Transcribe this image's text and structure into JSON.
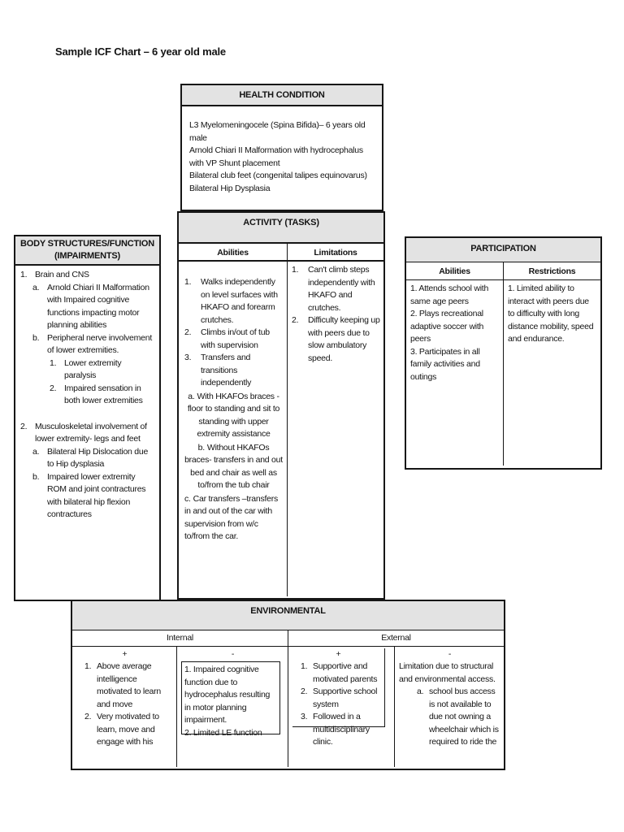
{
  "page": {
    "title": "Sample ICF Chart – 6 year old male"
  },
  "colors": {
    "band_bg": "#e3e3e3",
    "border": "#161616"
  },
  "health_condition": {
    "header": "HEALTH CONDITION",
    "lines": [
      "L3 Myelomeningocele (Spina Bifida)– 6 years old male",
      "Arnold Chiari II Malformation with hydrocephalus with VP Shunt placement",
      "Bilateral club feet (congenital talipes equinovarus)",
      "Bilateral Hip Dysplasia"
    ]
  },
  "body_structures": {
    "header_line1": "BODY STRUCTURES/FUNCTION",
    "header_line2": "(IMPAIRMENTS)",
    "items": [
      {
        "n": "1.",
        "t": "Brain and CNS"
      },
      {
        "n": "a.",
        "t": "Arnold Chiari II Malformation with Impaired cognitive functions impacting motor planning abilities"
      },
      {
        "n": "b.",
        "t": "Peripheral nerve involvement of lower extremities."
      },
      {
        "n": "1.",
        "t": "Lower extremity paralysis"
      },
      {
        "n": "2.",
        "t": "Impaired sensation in both lower  extremities"
      },
      {
        "n": "2.",
        "t": "Musculoskeletal involvement of lower extremity- legs and feet"
      },
      {
        "n": "a.",
        "t": "Bilateral Hip Dislocation due to Hip dysplasia"
      },
      {
        "n": "b.",
        "t": "Impaired lower extremity ROM and joint contractures with bilateral hip flexion contractures"
      }
    ]
  },
  "activity": {
    "header": "ACTIVITY (TASKS)",
    "col_abilities": "Abilities",
    "col_limitations": "Limitations",
    "abilities": [
      {
        "n": "1.",
        "t": "Walks independently on level surfaces with HKAFO and forearm crutches."
      },
      {
        "n": "2.",
        "t": "Climbs in/out of tub with supervision"
      },
      {
        "n": "3.",
        "t": "Transfers and transitions independently"
      }
    ],
    "abilities_sub": [
      {
        "n": "a.",
        "t": "With HKAFOs braces - floor to standing  and sit to standing with upper extremity assistance"
      },
      {
        "n": "b.",
        "t": "Without HKAFOs braces- transfers in and out bed and chair as well as to/from the tub chair"
      },
      {
        "n": "c.",
        "t": "Car transfers –transfers in and out of the car with supervision from w/c to/from the car."
      }
    ],
    "limitations": [
      {
        "n": "1.",
        "t": "Can't climb steps independently with HKAFO and crutches."
      },
      {
        "n": "2.",
        "t": "Difficulty keeping up with peers due to slow ambulatory speed."
      }
    ]
  },
  "participation": {
    "header": "PARTICIPATION",
    "col_abilities": "Abilities",
    "col_restrictions": "Restrictions",
    "abilities": [
      "1. Attends school with same age peers",
      "2. Plays recreational adaptive soccer with peers",
      "3. Participates in all family activities and outings"
    ],
    "restrictions": [
      "1. Limited ability to interact with peers due to difficulty with long distance mobility, speed and endurance."
    ]
  },
  "environmental": {
    "header": "ENVIRONMENTAL",
    "internal_label": "Internal",
    "external_label": "External",
    "plus_sign": "+",
    "minus_sign": "-",
    "internal_plus": [
      {
        "n": "1.",
        "t": "Above average intelligence motivated to learn and move"
      },
      {
        "n": "2.",
        "t": "Very motivated to learn, move and engage with his"
      }
    ],
    "internal_minus": [
      "1. Impaired cognitive function due to hydrocephalus resulting in motor planning impairment.",
      "2. Limited LE function"
    ],
    "external_plus": [
      {
        "n": "1.",
        "t": "Supportive and motivated parents"
      },
      {
        "n": "2.",
        "t": "Supportive school system"
      },
      {
        "n": "3.",
        "t": "Followed in a multidisciplinary clinic."
      }
    ],
    "external_minus_intro": "Limitation due to structural and environmental access.",
    "external_minus_sub": [
      {
        "n": "a.",
        "t": "school bus access is not available to due not owning a wheelchair which is required to ride the"
      }
    ]
  }
}
